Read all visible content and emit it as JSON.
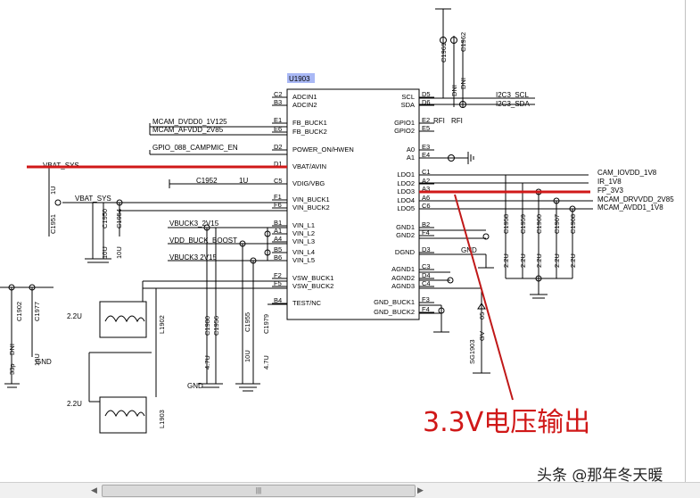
{
  "chip": {
    "ref": "U1903",
    "left_pins": [
      {
        "num": "C2",
        "name": "ADCIN1"
      },
      {
        "num": "B3",
        "name": "ADCIN2"
      },
      {
        "num": "E1",
        "name": "FB_BUCK1"
      },
      {
        "num": "E6",
        "name": "FB_BUCK2"
      },
      {
        "num": "D2",
        "name": "POWER_ON/HWEN"
      },
      {
        "num": "D1",
        "name": "VBAT/AVIN"
      },
      {
        "num": "C5",
        "name": "VDIG/VBG"
      },
      {
        "num": "F1",
        "name": "VIN_BUCK1"
      },
      {
        "num": "F6",
        "name": "VIN_BUCK2"
      },
      {
        "num": "B1",
        "name": "VIN_L1"
      },
      {
        "num": "A1",
        "name": "VIN_L2"
      },
      {
        "num": "A4",
        "name": "VIN_L3"
      },
      {
        "num": "B5",
        "name": "VIN_L4"
      },
      {
        "num": "B6",
        "name": "VIN_L5"
      },
      {
        "num": "F2",
        "name": "VSW_BUCK1"
      },
      {
        "num": "F5",
        "name": "VSW_BUCK2"
      },
      {
        "num": "B4",
        "name": "TEST/NC"
      }
    ],
    "right_pins": [
      {
        "num": "D5",
        "name": "SCL"
      },
      {
        "num": "D6",
        "name": "SDA"
      },
      {
        "num": "E2",
        "name": "GPIO1"
      },
      {
        "num": "E5",
        "name": "GPIO2"
      },
      {
        "num": "E3",
        "name": "A0"
      },
      {
        "num": "E4",
        "name": "A1"
      },
      {
        "num": "C1",
        "name": "LDO1"
      },
      {
        "num": "A2",
        "name": "LDO2"
      },
      {
        "num": "A3",
        "name": "LDO3"
      },
      {
        "num": "A6",
        "name": "LDO4"
      },
      {
        "num": "C6",
        "name": "LDO5"
      },
      {
        "num": "B2",
        "name": "GND1"
      },
      {
        "num": "F4",
        "name": "GND2"
      },
      {
        "num": "D3",
        "name": "DGND"
      },
      {
        "num": "C3",
        "name": "AGND1"
      },
      {
        "num": "D4",
        "name": "AGND2"
      },
      {
        "num": "C4",
        "name": "AGND3"
      },
      {
        "num": "F3",
        "name": "GND_BUCK1"
      },
      {
        "num": "F4",
        "name": "GND_BUCK2"
      }
    ]
  },
  "nets": {
    "mcam_dvdd": "MCAM_DVDD0_1V125",
    "mcam_afvdd": "MCAM_AFVDD_2V85",
    "gpio_088": "GPIO_088_CAMPMIC_EN",
    "vbat_sys_1": "VBAT_SYS",
    "vbat_sys_2": "VBAT_SYS",
    "vbuck3_a": "VBUCK3_2V15",
    "vdd_buck_boost": "VDD_BUCK_BOOST",
    "vbuck3_b": "VBUCK3 2V15",
    "i2c3_scl": "I2C3_SCL",
    "i2c3_sda": "I2C3_SDA",
    "rfi_1": "RFI",
    "rfi_2": "RFI",
    "cam_iovdd": "CAM_IOVDD_1V8",
    "ir": "IR_1V8",
    "fp": "FP_3V3",
    "mcam_drvvdd": "MCAM_DRVVDD_2V85",
    "mcam_avdd": "MCAM_AVDD1_1V8",
    "gnd_a": "GND",
    "gnd_b": "GND",
    "gnd_c": "GND"
  },
  "components": {
    "c1952": "C1952",
    "c1952_val": "1U",
    "c1951": "C1951",
    "c1951_val": "1U",
    "c1962": "C1962",
    "c1962_val": "DNI",
    "c1961": "C1961",
    "c1961_val": "DNI",
    "c1950": "C1950",
    "c1954": "C1954",
    "c1906_a": "C1906",
    "c1906_a_val": "10U",
    "c1906_b": "C1906",
    "c1906_b_val": "10U",
    "c1902": "C1902",
    "c1902_val": "33p",
    "c1977": "C1977",
    "c1977_val": "DNI",
    "c1978": "10U",
    "l1902": "L1902",
    "l1902_val": "2.2U",
    "l1903": "L1903",
    "l1903_val": "2.2U",
    "c1980": "C1980",
    "c1956": "C1956",
    "c1956_val": "4.7U",
    "c1955": "C1955",
    "c1955_val": "10U",
    "c1979": "C1979",
    "c1979_val": "4.7U",
    "c1958": "C1958",
    "c1958_val": "2.2U",
    "c1959": "C1959",
    "c1959_val": "2.2U",
    "c1960": "C1960",
    "c1960_val": "2.2U",
    "c1907": "C1907",
    "c1907_val": "2.2U",
    "c1908": "C1908",
    "c1908_val": "2.2U",
    "sg1903": "SG1903",
    "sg1903_val": "GV",
    "r1905": "05"
  },
  "annotation": "3.3V电压输出",
  "watermark": "头条 @那年冬天暖",
  "scrollbar": {
    "grip": "|||",
    "left_arrow": "◀",
    "right_arrow": "▶"
  },
  "colors": {
    "highlight": "#d01818",
    "chip_ref_bg": "#a9b8f5"
  }
}
